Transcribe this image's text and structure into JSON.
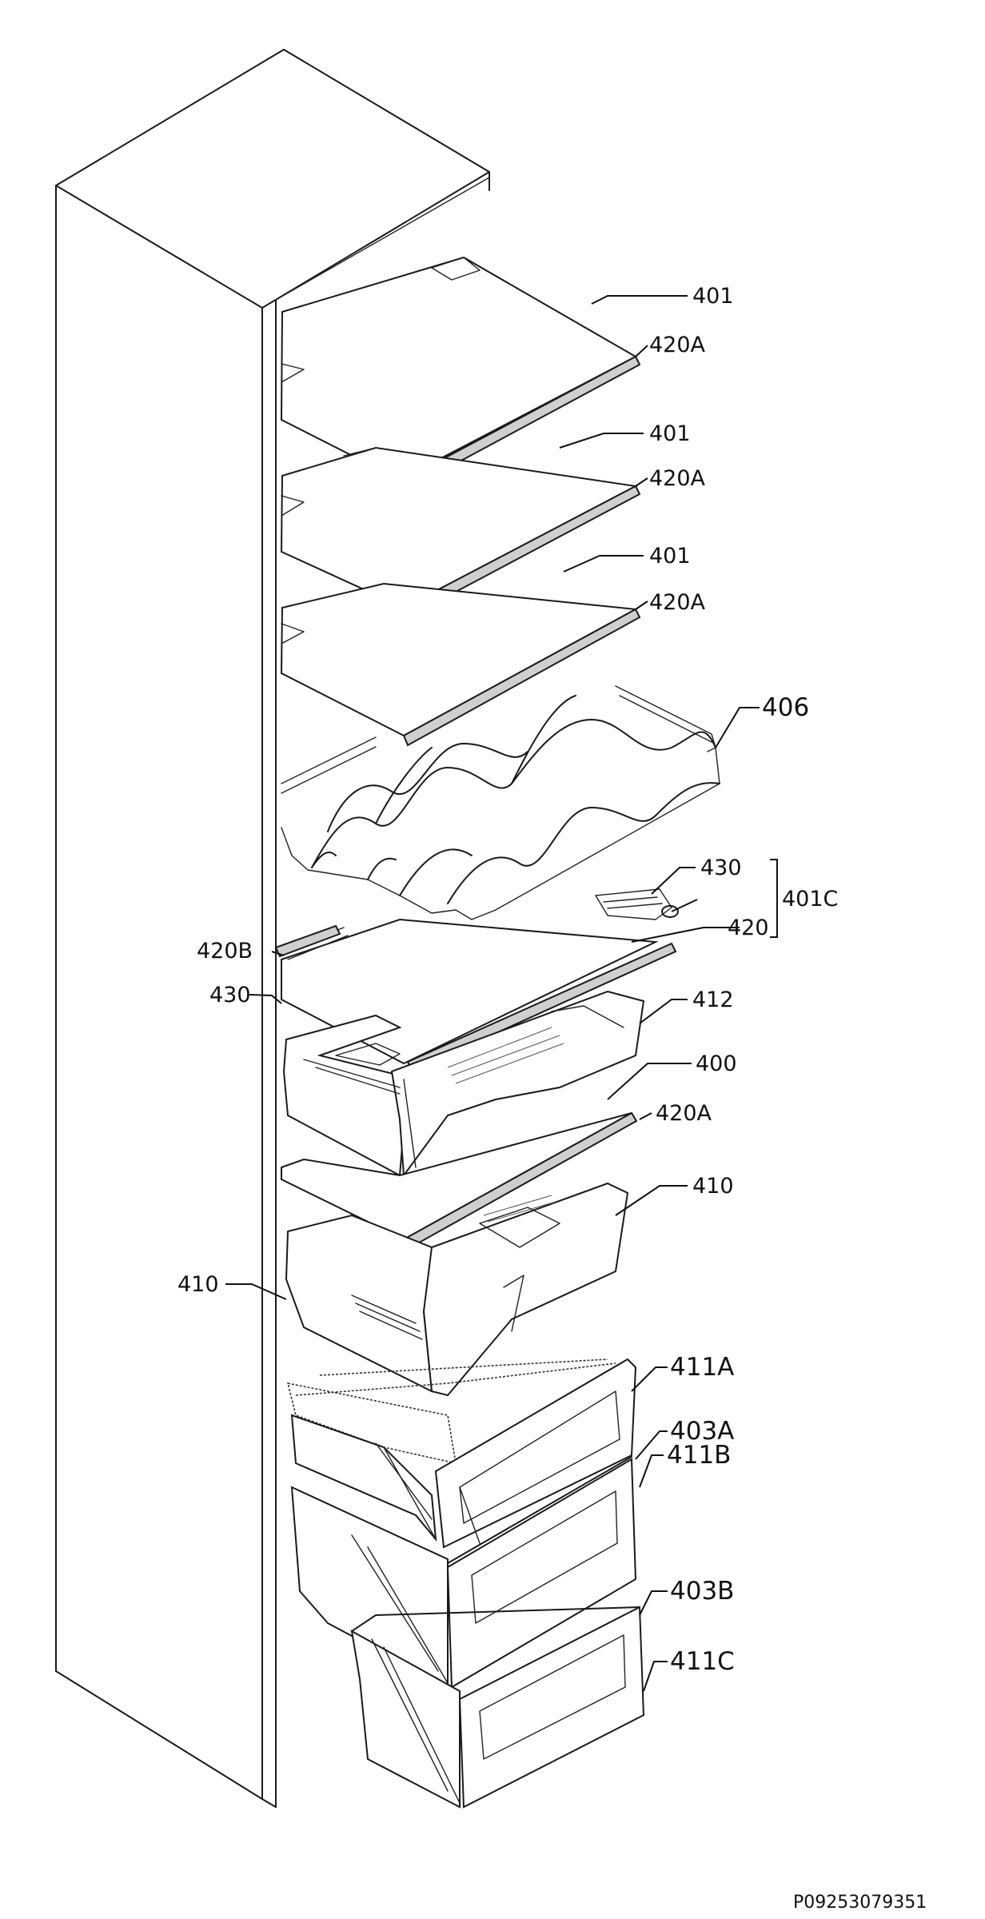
{
  "labels": {
    "l401a": "401",
    "l420a_1": "420A",
    "l401b": "401",
    "l420a_2": "420A",
    "l401c": "401",
    "l420a_3": "420A",
    "l406": "406",
    "l430_r": "430",
    "l401C": "401C",
    "l420": "420",
    "l420B": "420B",
    "l430_l": "430",
    "l412": "412",
    "l400": "400",
    "l420a_4": "420A",
    "l410_r": "410",
    "l410_l": "410",
    "l411A": "411A",
    "l403A": "403A",
    "l411B": "411B",
    "l403B": "403B",
    "l411C": "411C"
  },
  "drawing_code": "P09253079351"
}
